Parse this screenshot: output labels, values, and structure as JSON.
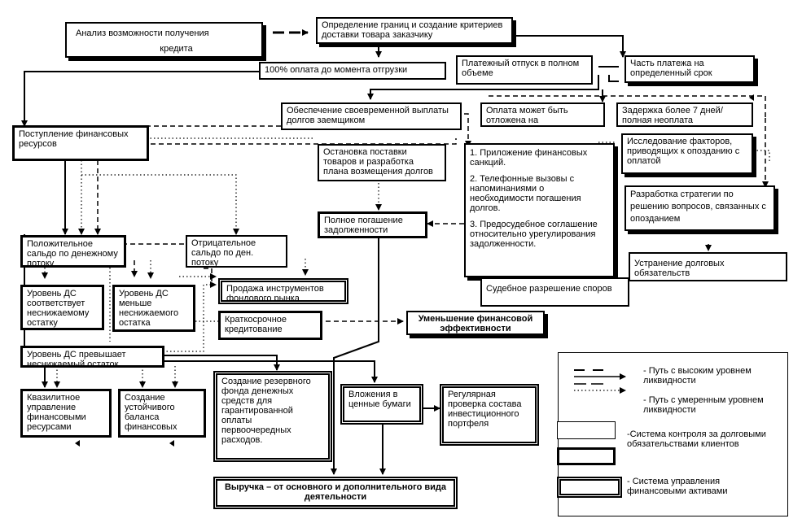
{
  "nodes": {
    "credit_analysis": {
      "line1": "Анализ возможности получения",
      "line2": "кредита"
    },
    "boundaries": "Определение границ и создание критериев доставки товара заказчику",
    "prepay": "100% оплата до момента отгрузки",
    "full_payment": "Платежный отпуск в полном объеме",
    "partial_payment": "Часть платежа на определенный срок",
    "timely_repayment": "Обеспечение своевременной выплаты долгов заемщиком",
    "deferred_payment": "Оплата может быть отложена на",
    "delay7": "Задержка более 7 дней/полная неоплата",
    "inflow": "Поступление финансовых ресурсов",
    "stop_delivery": "Остановка поставки товаров и разработка плана возмещения долгов",
    "research": "Исследование факторов, приводящих к опозданию с оплатой",
    "sanctions": {
      "item1": "1. Приложение финансовых санкций.",
      "item2": "2. Телефонные вызовы с напоминаниями о необходимости погашения долгов.",
      "item3": "3. Предосудебное соглашение относительно урегулирования задолженности."
    },
    "strategy": "Разработка стратегии по решению вопросов, связанных с опозданием",
    "full_repayment": "Полное погашение задолженности",
    "positive_balance": "Положительное сальдо по денежному потоку",
    "negative_balance": "Отрицательное сальдо по ден. потоку",
    "debt_elimination": "Устранение долговых обязательств",
    "court": "Судебное разрешение споров",
    "cash_matches": "Уровень ДС соответствует неснижаемому остатку",
    "cash_less": "Уровень ДС меньше неснижаемого остатка",
    "sell_instruments": "Продажа инструментов фондового рынка",
    "short_credit": "Краткосрочное кредитование",
    "efficiency_drop": "Уменьшение финансовой эффективности",
    "cash_exceeds": "Уровень ДС превышает неснижаемый остаток",
    "qualified_mgmt": "Квазилитное управление финансовыми ресурсами",
    "stable_balance": "Создание устойчивого баланса финансовых",
    "reserve_fund": "Создание резервного фонда денежных средств для гарантированной оплаты первоочередных расходов.",
    "securities": "Вложения в ценные бумаги",
    "portfolio_check": "Регулярная проверка состава инвестиционного портфеля",
    "revenue": "Выручка – от основного и дополнительного вида деятельности"
  },
  "legend": {
    "high_liquidity": "- Путь с высоким уровнем ликвидности",
    "moderate_liquidity": "- Путь с умеренным уровнем ликвидности",
    "control_system": "-Система контроля за долговыми обязательствами клиентов",
    "asset_mgmt": "- Система управления финансовыми активами"
  }
}
